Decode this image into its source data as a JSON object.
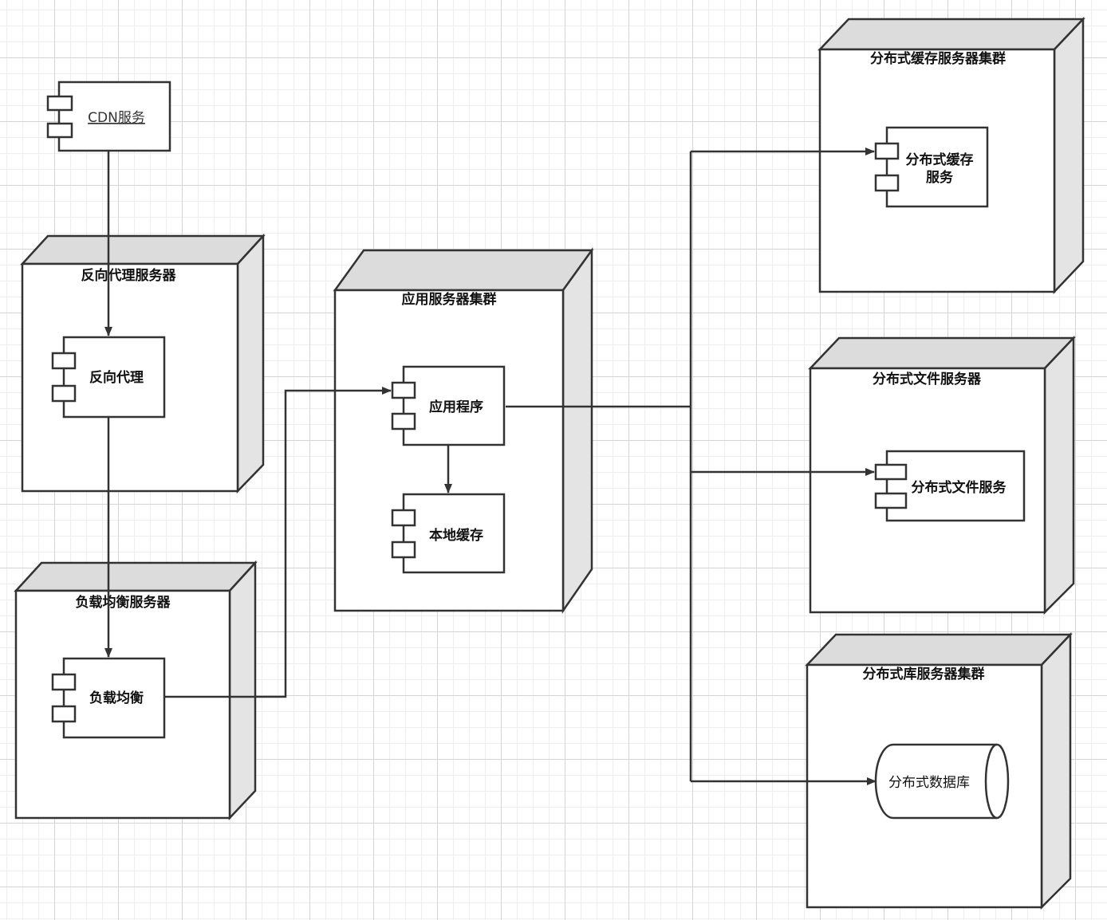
{
  "nodes": {
    "reverse_proxy_server": "反向代理服务器",
    "load_balancer_server": "负载均衡服务器",
    "app_server_cluster": "应用服务器集群",
    "cache_server_cluster": "分布式缓存服务器集群",
    "file_server": "分布式文件服务器",
    "db_server_cluster": "分布式库服务器集群"
  },
  "components": {
    "cdn": "CDN服务",
    "reverse_proxy": "反向代理",
    "load_balancer": "负载均衡",
    "application": "应用程序",
    "local_cache": "本地缓存",
    "dist_cache_line1": "分布式缓存",
    "dist_cache_line2": "服务",
    "dist_file": "分布式文件服务",
    "dist_db": "分布式数据库"
  }
}
